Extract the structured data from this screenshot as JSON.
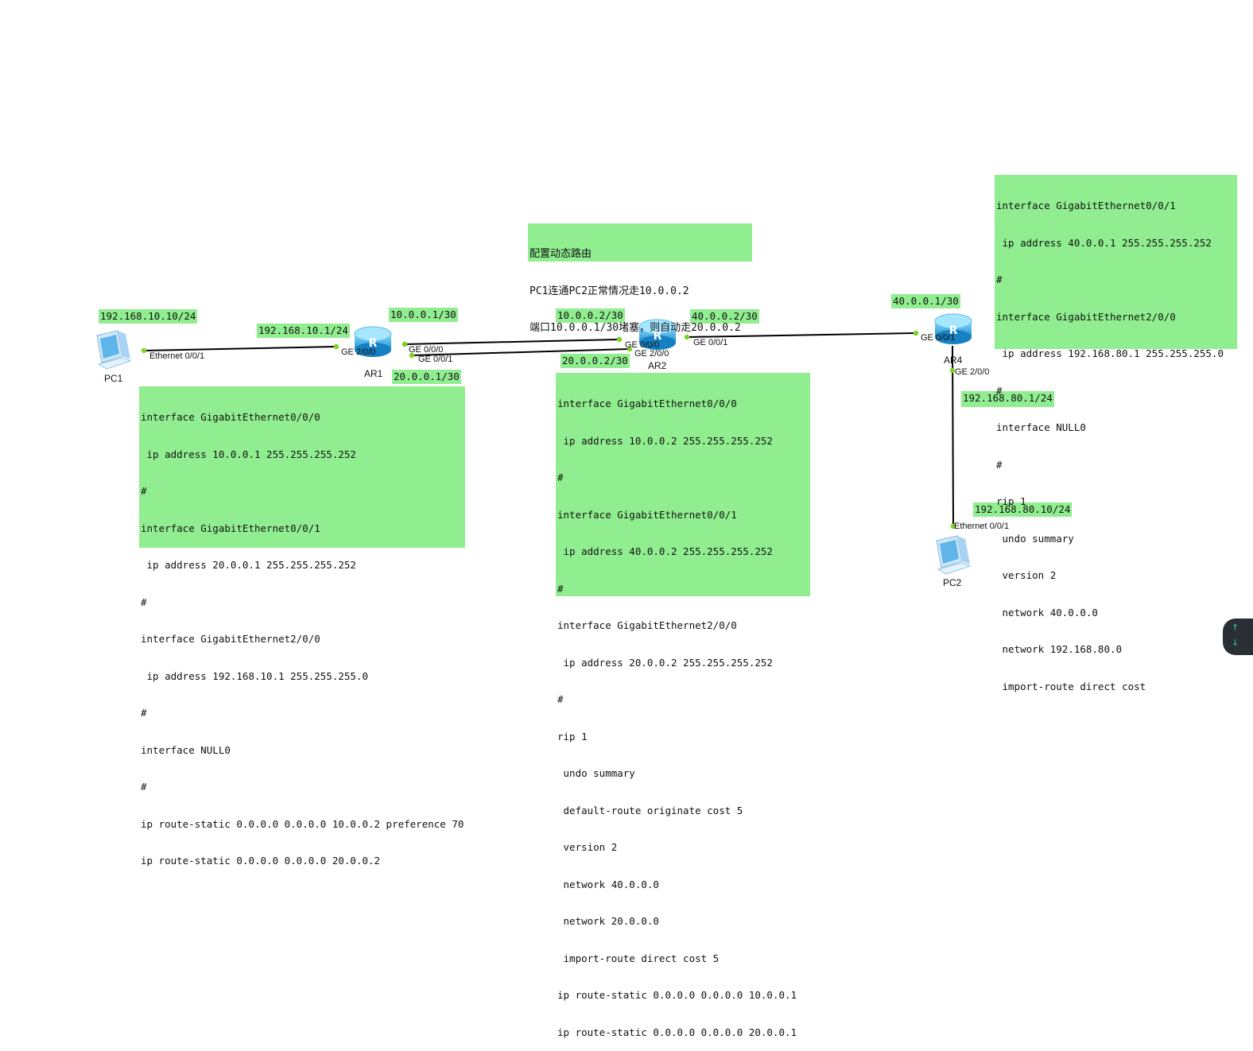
{
  "title_note": [
    "配置动态路由",
    "PC1连通PC2正常情况走10.0.0.2",
    "端口10.0.0.1/30堵塞，则自动走20.0.0.2"
  ],
  "devices": {
    "pc1": "PC1",
    "ar1": "AR1",
    "ar2": "AR2",
    "ar4": "AR4",
    "pc2": "PC2"
  },
  "ports": {
    "pc1_eth": "Ethernet 0/0/1",
    "ar1_ge200": "GE 2/0/0",
    "ar1_ge000": "GE 0/0/0",
    "ar1_ge001": "GE 0/0/1",
    "ar2_ge000": "GE 0/0/0",
    "ar2_ge200": "GE 2/0/0",
    "ar2_ge001": "GE 0/0/1",
    "ar4_ge001": "GE 0/0/1",
    "ar4_ge200": "GE 2/0/0",
    "pc2_eth": "Ethernet 0/0/1"
  },
  "ip_tags": {
    "pc1": "192.168.10.10/24",
    "ar1_lan": "192.168.10.1/24",
    "ar1_g000": "10.0.0.1/30",
    "ar1_g001": "20.0.0.1/30",
    "ar2_g000": "10.0.0.2/30",
    "ar2_g001": "40.0.0.2/30",
    "ar2_g200": "20.0.0.2/30",
    "ar4_g001": "40.0.0.1/30",
    "ar4_lan": "192.168.80.1/24",
    "pc2": "192.168.80.10/24"
  },
  "configs": {
    "ar1": [
      "interface GigabitEthernet0/0/0",
      " ip address 10.0.0.1 255.255.255.252",
      "#",
      "interface GigabitEthernet0/0/1",
      " ip address 20.0.0.1 255.255.255.252",
      "#",
      "interface GigabitEthernet2/0/0",
      " ip address 192.168.10.1 255.255.255.0",
      "#",
      "interface NULL0",
      "#",
      "ip route-static 0.0.0.0 0.0.0.0 10.0.0.2 preference 70",
      "ip route-static 0.0.0.0 0.0.0.0 20.0.0.2"
    ],
    "ar2": [
      "interface GigabitEthernet0/0/0",
      " ip address 10.0.0.2 255.255.255.252",
      "#",
      "interface GigabitEthernet0/0/1",
      " ip address 40.0.0.2 255.255.255.252",
      "#",
      "interface GigabitEthernet2/0/0",
      " ip address 20.0.0.2 255.255.255.252",
      "#",
      "rip 1",
      " undo summary",
      " default-route originate cost 5",
      " version 2",
      " network 40.0.0.0",
      " network 20.0.0.0",
      " import-route direct cost 5",
      "ip route-static 0.0.0.0 0.0.0.0 10.0.0.1",
      "ip route-static 0.0.0.0 0.0.0.0 20.0.0.1"
    ],
    "ar4": [
      "interface GigabitEthernet0/0/1",
      " ip address 40.0.0.1 255.255.255.252",
      "#",
      "interface GigabitEthernet2/0/0",
      " ip address 192.168.80.1 255.255.255.0",
      "#",
      "interface NULL0",
      "#",
      "rip 1",
      " undo summary",
      " version 2",
      " network 40.0.0.0",
      " network 192.168.80.0",
      " import-route direct cost"
    ]
  },
  "colors": {
    "note_bg": "#90ee90",
    "router": "#3fb6e8",
    "link": "#000000",
    "port_dot": "#7ed321"
  },
  "icons": {
    "router": "router-icon",
    "pc": "pc-icon",
    "scroll_up": "arrow-up-icon",
    "scroll_down": "arrow-down-icon"
  }
}
